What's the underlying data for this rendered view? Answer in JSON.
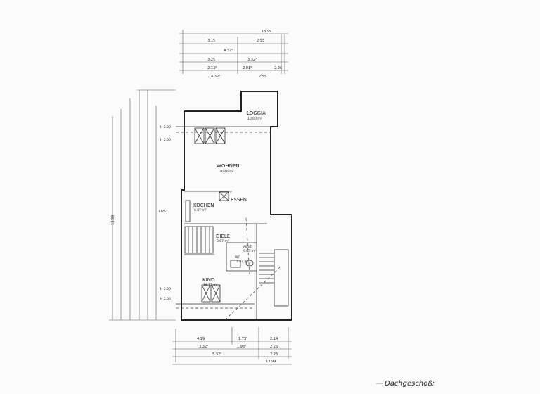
{
  "rooms": [
    {
      "name": "LOGGIA",
      "area": "10.00 m²"
    },
    {
      "name": "WOHNEN",
      "area": "30.46 m²"
    },
    {
      "name": "ESSEN",
      "area": ""
    },
    {
      "name": "KOCHEN",
      "area": "6.87 m²"
    },
    {
      "name": "DIELE",
      "area": "8.07 m²"
    },
    {
      "name": "ABST.",
      "area": "0.85 m²"
    },
    {
      "name": "WC",
      "area": "2.87 m²"
    },
    {
      "name": "KIND",
      "area": "18.71 m²"
    }
  ],
  "top_dimensions": {
    "total": "13.99",
    "row1": [
      "3.15",
      "2.55"
    ],
    "row2": [
      "4.32⁵"
    ],
    "row3": [
      "3.25",
      "3.32⁵"
    ],
    "row4": [
      "2.13⁵",
      "2.01⁵",
      "2.26"
    ],
    "row5": [
      "4.32⁵",
      "2.55"
    ]
  },
  "bottom_dimensions": {
    "row1": [
      "4.19",
      "1.73⁵",
      "2.14"
    ],
    "row2": [
      "3.32⁵",
      "1.98⁵",
      "2.26"
    ],
    "row3": [
      "5.32⁵",
      "2.26"
    ],
    "total": "13.99"
  },
  "left_dimensions": {
    "total": "13.99",
    "first_label": "FIRST",
    "levels": [
      "H 2.00",
      "H 2.00",
      "H 2.00",
      "H 2.00"
    ]
  },
  "drawing_title": "Dachgeschoß:"
}
